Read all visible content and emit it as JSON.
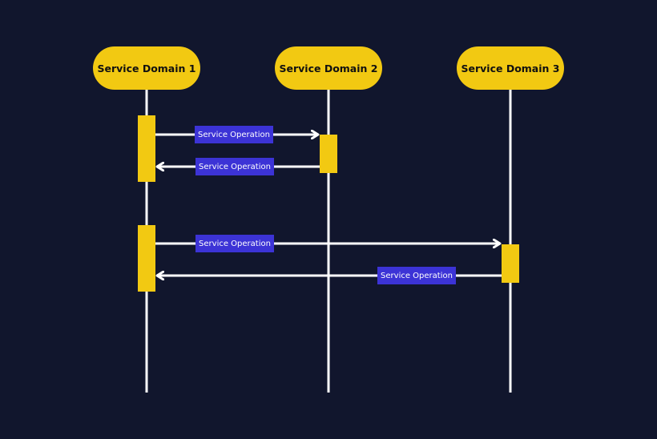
{
  "colors": {
    "background": "#11162d",
    "lifeline": "#ffffff",
    "participant_fill": "#f2c912",
    "activation_fill": "#f2c912",
    "operation_label_fill": "#3c33d6",
    "operation_label_text": "#ffffff"
  },
  "participants": [
    {
      "id": "p1",
      "label": "Service Domain 1"
    },
    {
      "id": "p2",
      "label": "Service Domain 2"
    },
    {
      "id": "p3",
      "label": "Service Domain 3"
    }
  ],
  "messages": [
    {
      "from": "Service Domain 1",
      "to": "Service Domain 2",
      "label": "Service Operation",
      "type": "request"
    },
    {
      "from": "Service Domain 2",
      "to": "Service Domain 1",
      "label": "Service Operation",
      "type": "response"
    },
    {
      "from": "Service Domain 1",
      "to": "Service Domain 3",
      "label": "Service Operation",
      "type": "request"
    },
    {
      "from": "Service Domain 3",
      "to": "Service Domain 1",
      "label": "Service Operation",
      "type": "response"
    }
  ]
}
